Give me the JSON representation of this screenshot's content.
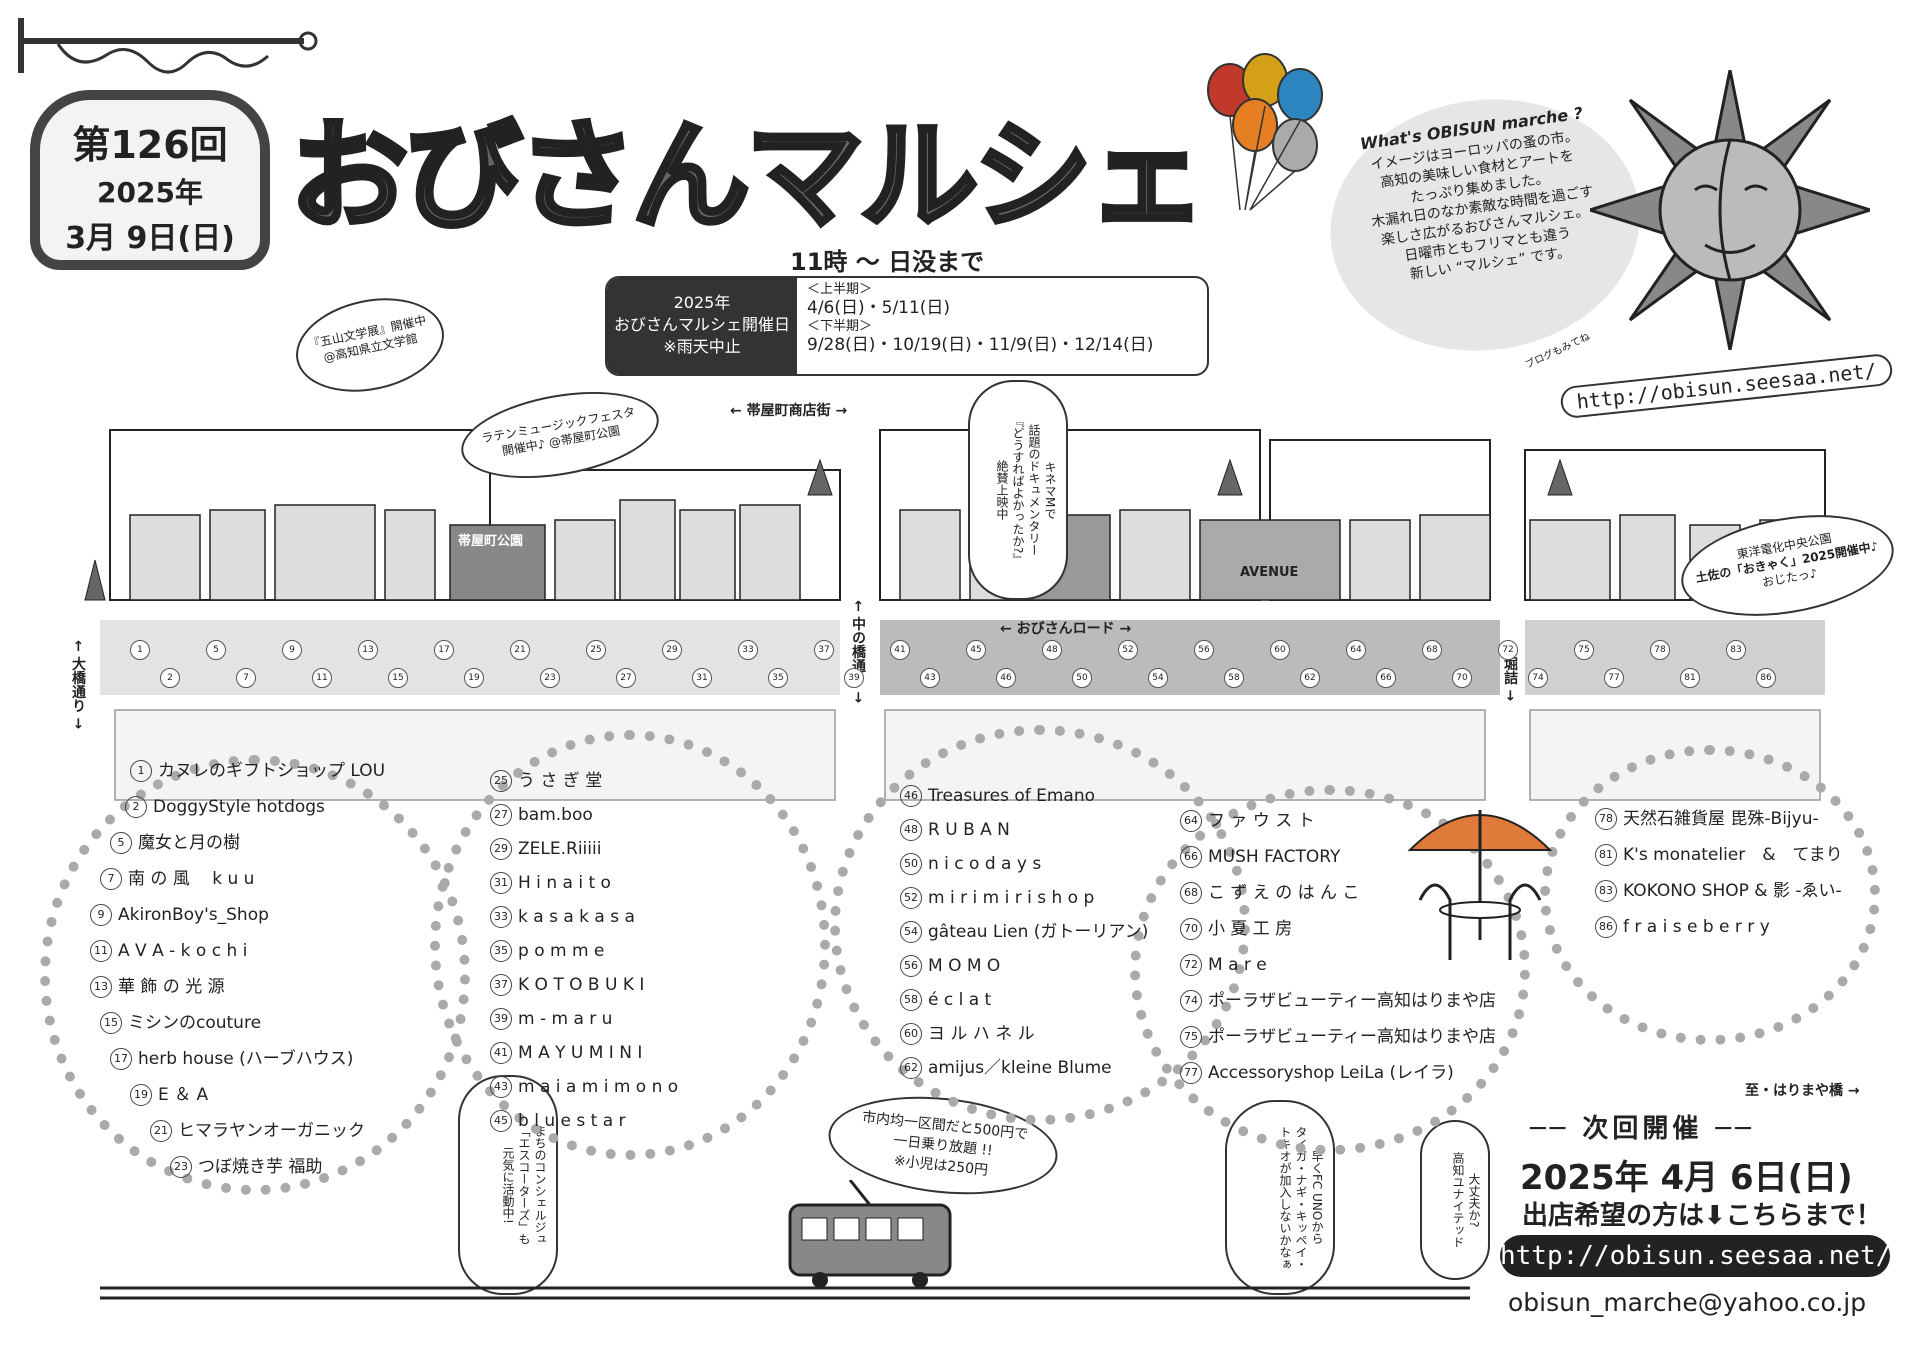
{
  "header": {
    "edition": "第126回",
    "year": "2025年",
    "date": "3月 9日(日)",
    "title": "おびさんマルシェ",
    "hours": "11時 〜 日没まで"
  },
  "schedule": {
    "label_year": "2025年",
    "label_main": "おびさんマルシェ開催日",
    "label_note": "※雨天中止",
    "first_half_head": "＜上半期＞",
    "first_half_dates": "4/6(日)・5/11(日)",
    "second_half_head": "＜下半期＞",
    "second_half_dates": "9/28(日)・10/19(日)・11/9(日)・12/14(日)"
  },
  "whats": {
    "title": "What's OBISUN marche ?",
    "lines": [
      "イメージはヨーロッパの蚤の市。",
      "高知の美味しい食材とアートを",
      "たっぷり集めました。",
      "木漏れ日のなか素敵な時間を過ごす",
      "楽しさ広がるおびさんマルシェ。",
      "日曜市ともフリマとも違う",
      "新しい “マルシェ” です。"
    ]
  },
  "blog": {
    "small": "ブログもみてね",
    "url": "http://obisun.seesaa.net/"
  },
  "bubbles": {
    "gozan": [
      "『五山文学展』開催中",
      "@高知県立文学館"
    ],
    "latin": [
      "ラテンミュージックフェスタ",
      "開催中♪  @帯屋町公園"
    ],
    "kinema": [
      "キネマMで",
      "話題のドキュメンタリー",
      "『どうすればよかったか?』",
      "絶賛上映中"
    ],
    "toyo": [
      "東洋電化中央公園",
      "土佐の「おきゃく」2025開催中♪",
      "おじたっ♪"
    ],
    "concierge": [
      "まちのコンシェルジュ",
      "「エスコーターズ」も",
      "元気に活動中!"
    ],
    "tram": [
      "市内均一区間だと500円で",
      "一日乗り放題 !!",
      "※小児は250円"
    ],
    "uno": [
      "早くFC UNOから",
      "タイガ・ナギ・キッペイ・",
      "トキオが加入しないかなぁ"
    ],
    "daijobu": [
      "大丈夫か?",
      "高知ユナイテッド"
    ]
  },
  "street": {
    "obiyamachi": "← 帯屋町商店街 →",
    "obisan_road": "← おびさんロード →",
    "ohashi": "← 大橋通り →",
    "nakanohashi": "← 中の橋通り →",
    "horizume": "← 堀詰 →",
    "park": "帯屋町公園",
    "avenue": "AVENUE",
    "to_harimaya": "至・はりまや橋 →",
    "stall_numbers_top": [
      "1",
      "5",
      "9",
      "13",
      "17",
      "21",
      "25",
      "29",
      "33",
      "37",
      "41",
      "45",
      "48",
      "52",
      "56",
      "60",
      "64",
      "68",
      "72",
      "75",
      "78",
      "83"
    ],
    "stall_numbers_bottom": [
      "2",
      "7",
      "11",
      "15",
      "19",
      "23",
      "27",
      "31",
      "35",
      "39",
      "43",
      "46",
      "50",
      "54",
      "58",
      "62",
      "66",
      "70",
      "74",
      "77",
      "81",
      "86"
    ]
  },
  "shops_col1": [
    {
      "n": "1",
      "name": "カヌレのギフトショップ LOU"
    },
    {
      "n": "2",
      "name": "DoggyStyle hotdogs"
    },
    {
      "n": "5",
      "name": "魔女と月の樹"
    },
    {
      "n": "7",
      "name": "南 の 風　 k u u"
    },
    {
      "n": "9",
      "name": "AkironBoy's_Shop"
    },
    {
      "n": "11",
      "name": "A V A - k o c h i"
    },
    {
      "n": "13",
      "name": "華 飾 の 光 源"
    },
    {
      "n": "15",
      "name": "ミシンのcouture"
    },
    {
      "n": "17",
      "name": "herb house (ハーブハウス)"
    },
    {
      "n": "19",
      "name": "E ＆ A"
    },
    {
      "n": "21",
      "name": "ヒマラヤンオーガニック"
    },
    {
      "n": "23",
      "name": "つぼ焼き芋 福助"
    }
  ],
  "shops_col2": [
    {
      "n": "25",
      "name": "う さ ぎ 堂"
    },
    {
      "n": "27",
      "name": "bam.boo"
    },
    {
      "n": "29",
      "name": "ZELE.Riiiii"
    },
    {
      "n": "31",
      "name": "H i n a i t o"
    },
    {
      "n": "33",
      "name": "k a s a k a s a"
    },
    {
      "n": "35",
      "name": "p o m m e"
    },
    {
      "n": "37",
      "name": "K O T O B U K I"
    },
    {
      "n": "39",
      "name": "m - m a r u"
    },
    {
      "n": "41",
      "name": "M A Y U M I N I"
    },
    {
      "n": "43",
      "name": "m a i  a m i m o n o"
    },
    {
      "n": "45",
      "name": "b l u e  s t a r"
    }
  ],
  "shops_col3": [
    {
      "n": "46",
      "name": "Treasures of Emano"
    },
    {
      "n": "48",
      "name": "R U B A N"
    },
    {
      "n": "50",
      "name": "n i c o d a y s"
    },
    {
      "n": "52",
      "name": "m i r i m i r i  s h o p"
    },
    {
      "n": "54",
      "name": "gâteau Lien (ガトーリアン)"
    },
    {
      "n": "56",
      "name": "M O M O"
    },
    {
      "n": "58",
      "name": "é c l a t"
    },
    {
      "n": "60",
      "name": "ヨ ル ハ ネ ル"
    },
    {
      "n": "62",
      "name": "amijus／kleine Blume"
    }
  ],
  "shops_col4": [
    {
      "n": "64",
      "name": "フ ァ ウ ス ト"
    },
    {
      "n": "66",
      "name": "MUSH FACTORY"
    },
    {
      "n": "68",
      "name": "こ ず え の は ん こ"
    },
    {
      "n": "70",
      "name": "小 夏 工 房"
    },
    {
      "n": "72",
      "name": "M a r e"
    },
    {
      "n": "74",
      "name": "ポーラザビューティー高知はりまや店"
    },
    {
      "n": "75",
      "name": "ポーラザビューティー高知はりまや店"
    },
    {
      "n": "77",
      "name": "Accessoryshop LeiLa (レイラ)"
    }
  ],
  "shops_col5": [
    {
      "n": "78",
      "name": "天然石雑貨屋 毘殊-Bijyu-"
    },
    {
      "n": "81",
      "name": "K's monatelier　&　てまり"
    },
    {
      "n": "83",
      "name": "KOKONO SHOP & 影 -ゑい-"
    },
    {
      "n": "86",
      "name": "f r a i s e b e r r y"
    }
  ],
  "next": {
    "heading": "── 次回開催 ──",
    "date": "2025年  4月  6日(日)",
    "note": "出店希望の方は⬇こちらまで！",
    "url": "http://obisun.seesaa.net/",
    "email": "obisun_marche@yahoo.co.jp"
  },
  "colors": {
    "ink": "#222222",
    "grey": "#666666",
    "light": "#e6e6e6",
    "umbrella": "#e07a3a",
    "dots": "#aaaaaa"
  }
}
